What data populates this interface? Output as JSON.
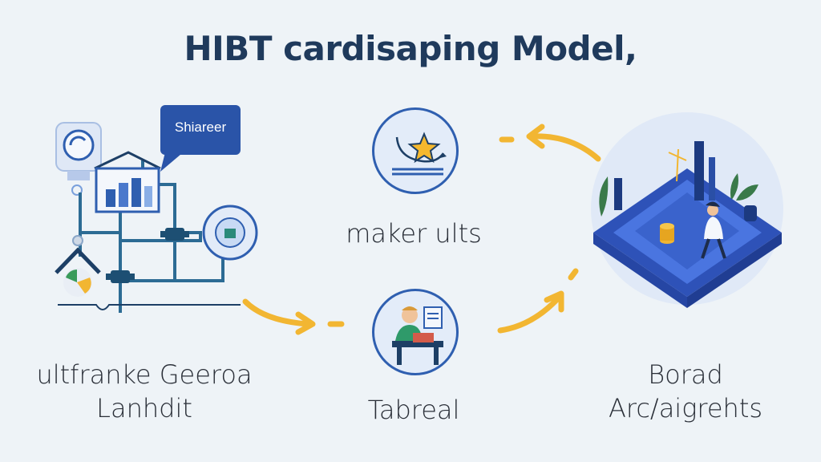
{
  "title": "HIBT cardisaping Model,",
  "badge": {
    "text": "Shiareer"
  },
  "labels": {
    "left_line1": "ultfranke Geeroa",
    "left_line2": "Lanhdit",
    "middle_top": "maker ults",
    "middle_bottom": "Tabreal",
    "right_line1": "Borad",
    "right_line2": "Arc/aigrehts"
  },
  "colors": {
    "title": "#1f3a5c",
    "pipe": "#2c6b94",
    "accent_blue": "#2f5fb0",
    "arrow": "#f2b632",
    "platform": "#3b63d6"
  }
}
